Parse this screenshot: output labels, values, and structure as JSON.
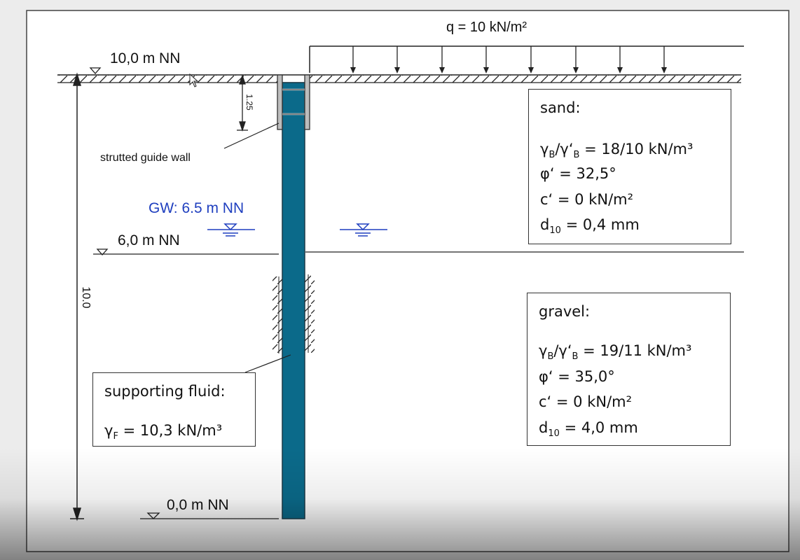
{
  "load": {
    "label": "q = 10 kN/m²"
  },
  "levels": {
    "top": "10,0 m NN",
    "mid": "6,0 m NN",
    "bottom": "0,0 m NN"
  },
  "groundwater": {
    "label": "GW: 6.5 m NN",
    "color": "#1f3fbf"
  },
  "dimensions": {
    "total_depth": "10.0",
    "guide_wall_depth": "1.25"
  },
  "guide_wall": {
    "label": "strutted guide wall"
  },
  "trench": {
    "color": "#0b6a8a"
  },
  "sand": {
    "title": "sand:",
    "gamma": "γB/γ‘B = 18/10 kN/m³",
    "phi": "φ‘ = 32,5°",
    "c": "c‘ = 0 kN/m²",
    "d10": "d10 = 0,4 mm"
  },
  "gravel": {
    "title": "gravel:",
    "gamma": "γB/γ‘B = 19/11 kN/m³",
    "phi": "φ‘ = 35,0°",
    "c": "c‘ = 0 kN/m²",
    "d10": "d10 = 4,0 mm"
  },
  "fluid": {
    "title": "supporting fluid:",
    "gamma": "γF = 10,3 kN/m³"
  }
}
